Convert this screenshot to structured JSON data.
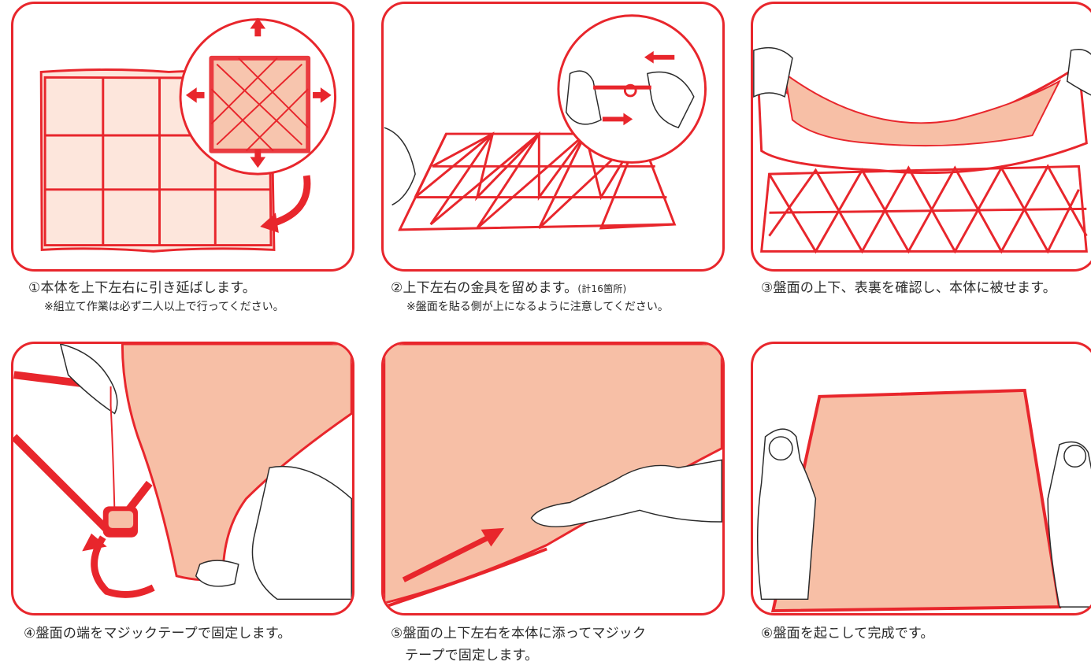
{
  "steps": [
    {
      "caption": "①本体を上下左右に引き延ばします。",
      "note": "※組立て作業は必ず二人以上で行ってください。",
      "icon": "frame-expand-illustration"
    },
    {
      "caption": "②上下左右の金具を留めます。",
      "caption_suffix": "(計16箇所)",
      "note": "※盤面を貼る側が上になるように注意してください。",
      "icon": "frame-hooks-illustration"
    },
    {
      "caption": "③盤面の上下、表裏を確認し、本体に被せます。",
      "icon": "cover-panel-illustration"
    },
    {
      "caption": "④盤面の端をマジックテープで固定します。",
      "icon": "velcro-fix-illustration"
    },
    {
      "caption": "⑤盤面の上下左右を本体に添ってマジック",
      "caption_line2": "テープで固定します。",
      "icon": "velcro-along-illustration"
    },
    {
      "caption": "⑥盤面を起こして完成です。",
      "icon": "raise-panel-illustration"
    }
  ],
  "colors": {
    "accent": "#e8262c",
    "fill": "#f7bfa6",
    "line": "#2a2a2a"
  }
}
